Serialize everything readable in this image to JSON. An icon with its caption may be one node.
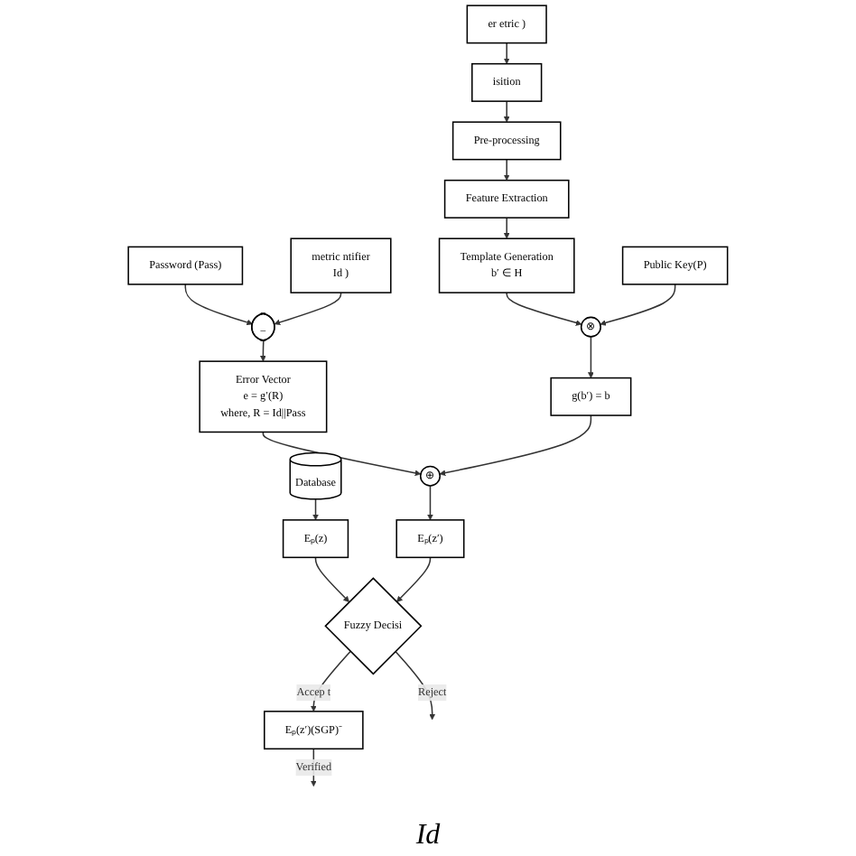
{
  "diagram": {
    "nodes": [
      {
        "text": [
          "er etric )"
        ]
      },
      {
        "text": [
          "Password (Pass)"
        ]
      },
      {
        "text": [
          "Database"
        ]
      },
      {
        "text": [
          "Eₚ(z)"
        ]
      },
      {
        "text": [
          "isition"
        ]
      },
      {
        "text": [
          "Pre-processing"
        ]
      },
      {
        "text": [
          "Feature Extraction"
        ]
      },
      {
        "text": [
          "Template Generation",
          "b′ ∈ H"
        ]
      },
      {
        "text": [
          "Public Key(P)"
        ]
      },
      {
        "text": [
          "⊗"
        ]
      },
      {
        "text": [
          "metric ntifier",
          "Id )"
        ]
      },
      {
        "text": [
          "_"
        ]
      },
      {
        "text": [
          "Error Vector",
          "e = g′(R)",
          "where, R = Id||Pass"
        ]
      },
      {
        "text": [
          "g(b′) = b"
        ]
      },
      {
        "text": [
          "⊕"
        ]
      },
      {
        "text": [
          "Eₚ(z′)"
        ]
      },
      {
        "text": [
          "Fuzzy Decisi"
        ]
      },
      {
        "text": [
          "Eₚ(z′)(SGP)⁻"
        ]
      }
    ],
    "edges": [
      {
        "from": 2,
        "to": 3,
        "arrow": "to"
      },
      {
        "from": 0,
        "to": 4,
        "arrow": "to"
      },
      {
        "from": 4,
        "to": 5,
        "arrow": "to"
      },
      {
        "from": 1,
        "to": 11,
        "arrow": "to"
      },
      {
        "from": 5,
        "to": 6,
        "arrow": "to"
      },
      {
        "from": 6,
        "to": 7,
        "arrow": "to"
      },
      {
        "from": 7,
        "to": 9,
        "arrow": "to"
      },
      {
        "from": 8,
        "to": 9,
        "arrow": "to"
      },
      {
        "from": 3,
        "to": 16,
        "arrow": "to"
      },
      {
        "from": 10,
        "to": 11,
        "arrow": "to"
      },
      {
        "from": 11,
        "to": 12,
        "arrow": "to"
      },
      {
        "from": 9,
        "to": 13,
        "arrow": "to"
      },
      {
        "from": 12,
        "to": 14,
        "arrow": "to"
      },
      {
        "from": 13,
        "to": 14,
        "arrow": "to"
      },
      {
        "from": 14,
        "to": 15,
        "arrow": "to"
      },
      {
        "from": 15,
        "to": 16,
        "arrow": "to"
      },
      {
        "from": 16,
        "to": 17,
        "arrow": "to",
        "label": "Accep t"
      },
      {
        "from": 16,
        "to": null,
        "arrow": "to",
        "label": "Reject"
      },
      {
        "from": 17,
        "to": null,
        "arrow": "to",
        "label": "Verified"
      }
    ],
    "labels": [
      "Id"
    ]
  }
}
